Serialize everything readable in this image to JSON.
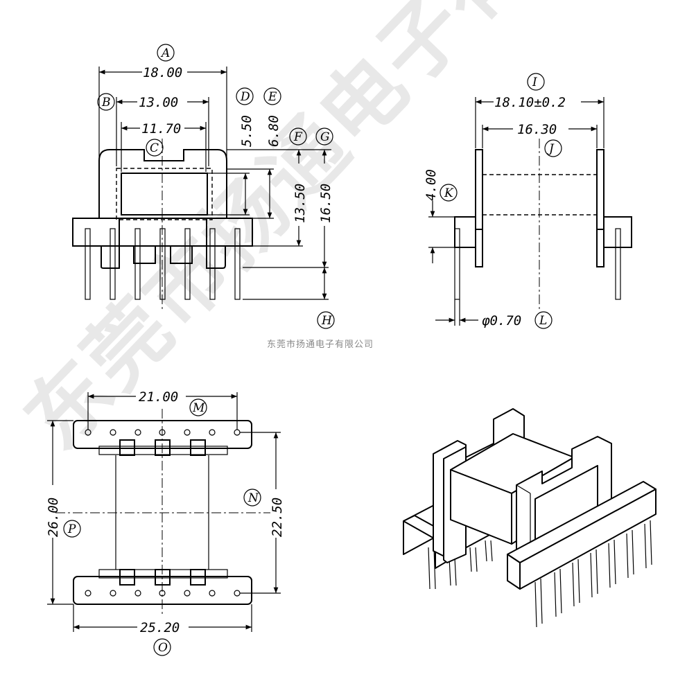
{
  "company_name": "东莞市扬通电子有限公司",
  "watermark_text": "东莞市扬通电子有限公司",
  "front_view": {
    "dims": [
      "18.00",
      "13.00",
      "11.70",
      "5.50",
      "6.80",
      "13.50",
      "16.50"
    ],
    "labels": [
      "A",
      "B",
      "C",
      "D",
      "E",
      "F",
      "G",
      "H"
    ]
  },
  "side_view": {
    "dims": [
      "18.10±0.2",
      "16.30",
      "4.00",
      "φ0.70"
    ],
    "labels": [
      "I",
      "J",
      "K",
      "L"
    ]
  },
  "bottom_view": {
    "dims": [
      "21.00",
      "26.00",
      "22.50",
      "25.20"
    ],
    "labels": [
      "M",
      "N",
      "O",
      "P"
    ]
  },
  "isometric_view": {
    "icon": "bobbin-3d-icon"
  }
}
